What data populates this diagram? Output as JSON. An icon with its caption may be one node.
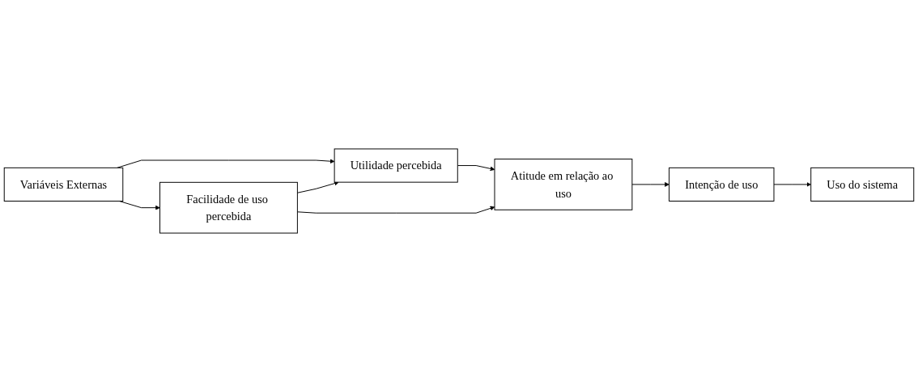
{
  "diagram": {
    "nodes": [
      {
        "text": [
          "Utilidade percebida"
        ]
      },
      {
        "text": [
          "Variáveis Externas"
        ]
      },
      {
        "text": [
          "Atitude em relação ao uso"
        ]
      },
      {
        "text": [
          "Intenção de uso"
        ]
      },
      {
        "text": [
          "Uso do sistema"
        ]
      },
      {
        "text": [
          "Facilidade de uso percebida"
        ]
      }
    ],
    "edges": [
      {
        "from": 1,
        "to": 0,
        "arrow": "to"
      },
      {
        "from": 1,
        "to": 5,
        "arrow": "to"
      },
      {
        "from": 5,
        "to": 0,
        "arrow": "to"
      },
      {
        "from": 0,
        "to": 2,
        "arrow": "to"
      },
      {
        "from": 5,
        "to": 2,
        "arrow": "to"
      },
      {
        "from": 2,
        "to": 3,
        "arrow": "to"
      },
      {
        "from": 3,
        "to": 4,
        "arrow": "to"
      }
    ]
  }
}
